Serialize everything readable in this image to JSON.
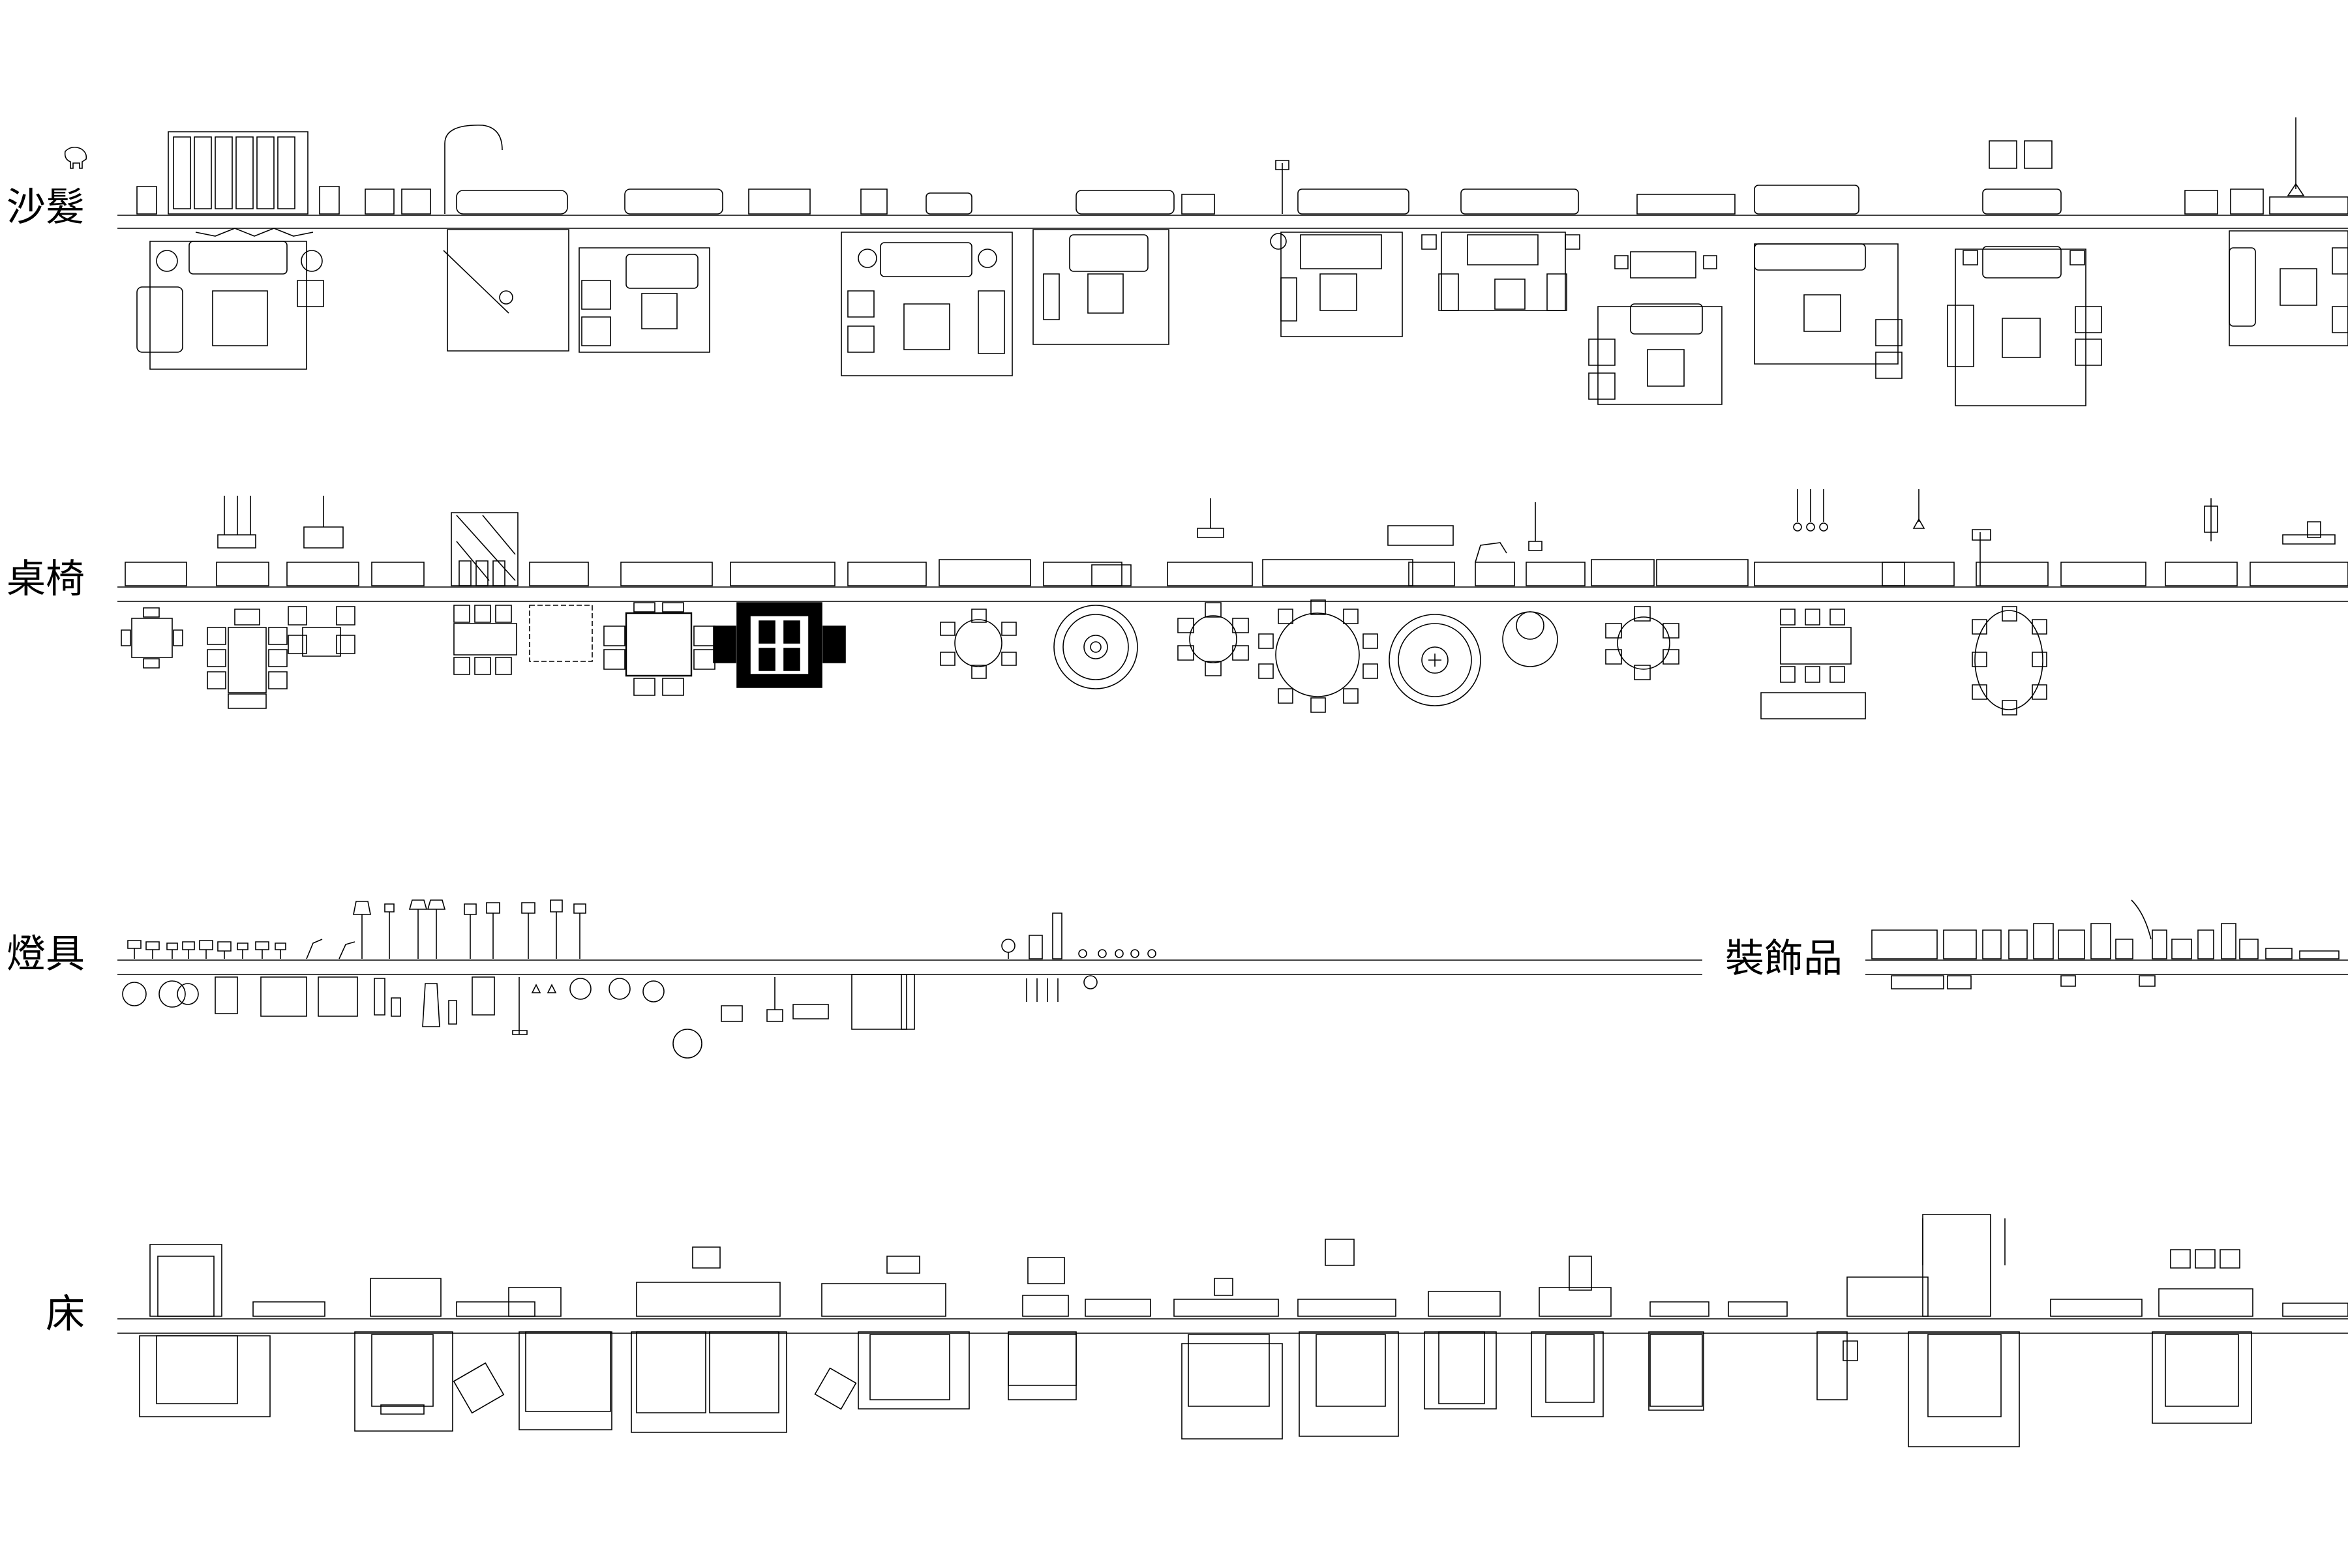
{
  "categories": [
    {
      "id": "sofa",
      "label": "沙髮"
    },
    {
      "id": "table-chair",
      "label": "桌椅"
    },
    {
      "id": "lighting",
      "label": "燈具"
    },
    {
      "id": "decor",
      "label": "裝飾品"
    },
    {
      "id": "bed",
      "label": "床"
    }
  ],
  "colors": {
    "line": "#000000",
    "background": "#ffffff"
  }
}
